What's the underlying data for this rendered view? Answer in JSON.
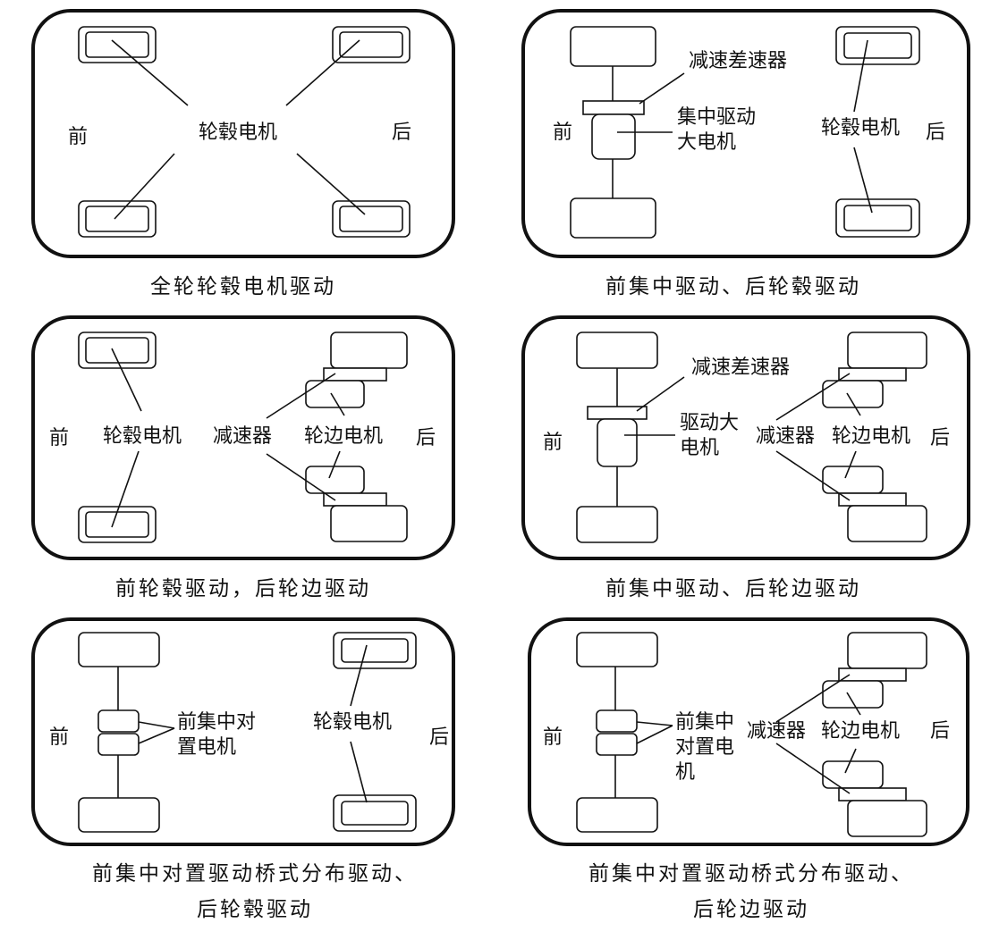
{
  "front": "前",
  "rear": "后",
  "panel1": {
    "label_motor": "轮毂电机",
    "caption": "全轮轮毂电机驱动"
  },
  "panel2": {
    "label_reducer": "减速差速器",
    "label_motor_l1": "集中驱动",
    "label_motor_l2": "大电机",
    "label_hub": "轮毂电机",
    "caption": "前集中驱动、后轮毂驱动"
  },
  "panel3": {
    "label_hub": "轮毂电机",
    "label_reducer": "减速器",
    "label_side": "轮边电机",
    "caption": "前轮毂驱动，后轮边驱动"
  },
  "panel4": {
    "label_reducer": "减速差速器",
    "label_motor_l1": "驱动大",
    "label_motor_l2": "电机",
    "label_red": "减速器",
    "label_side": "轮边电机",
    "caption": "前集中驱动、后轮边驱动"
  },
  "panel5": {
    "label_motor_l1": "前集中对",
    "label_motor_l2": "置电机",
    "label_hub": "轮毂电机",
    "caption_l1": "前集中对置驱动桥式分布驱动、",
    "caption_l2": "后轮毂驱动"
  },
  "panel6": {
    "label_motor_l1": "前集中",
    "label_motor_l2": "对置电",
    "label_motor_l3": "机",
    "label_red": "减速器",
    "label_side": "轮边电机",
    "caption_l1": "前集中对置驱动桥式分布驱动、",
    "caption_l2": "后轮边驱动"
  }
}
